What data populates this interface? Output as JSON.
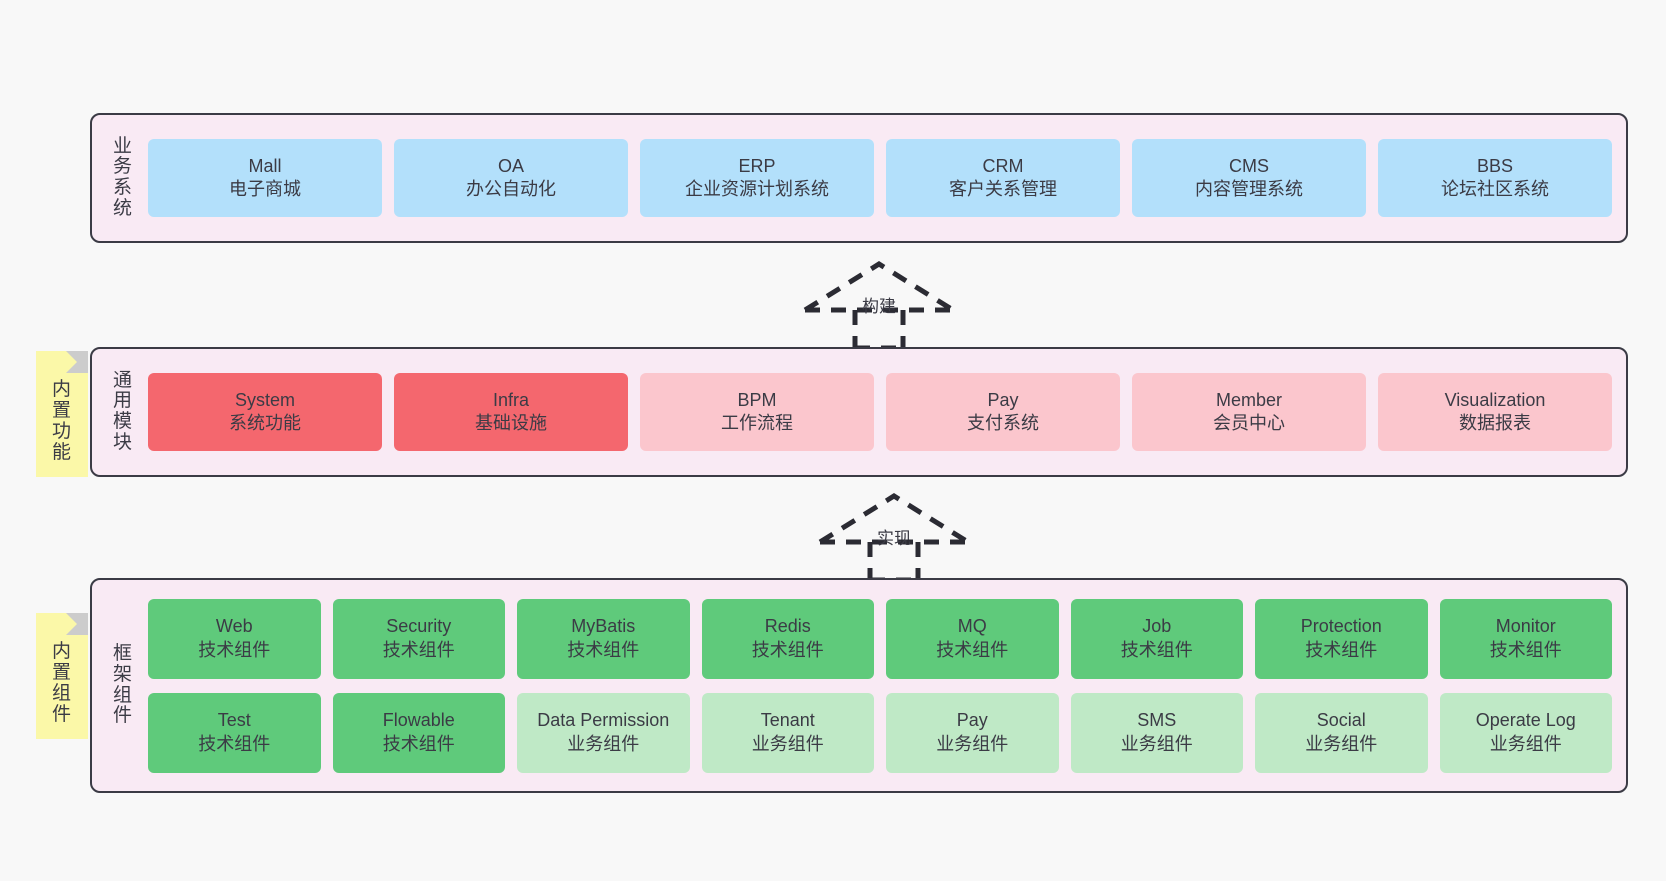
{
  "diagram": {
    "background_color": "#f8f8f8",
    "layer_fill": "#f9eaf4",
    "layer_border": "#3b3b45",
    "note_color": "#fbf8a8"
  },
  "notes": [
    {
      "id": "builtin-function",
      "text": "内置功能"
    },
    {
      "id": "builtin-component",
      "text": "内置组件"
    }
  ],
  "connectors": [
    {
      "id": "build",
      "label": "构建"
    },
    {
      "id": "implement",
      "label": "实现"
    }
  ],
  "layers": [
    {
      "id": "business-system",
      "label": "业务系统",
      "color": "#b3e0fb",
      "rows": [
        [
          {
            "en": "Mall",
            "cn": "电子商城",
            "color": "blue"
          },
          {
            "en": "OA",
            "cn": "办公自动化",
            "color": "blue"
          },
          {
            "en": "ERP",
            "cn": "企业资源计划系统",
            "color": "blue"
          },
          {
            "en": "CRM",
            "cn": "客户关系管理",
            "color": "blue"
          },
          {
            "en": "CMS",
            "cn": "内容管理系统",
            "color": "blue"
          },
          {
            "en": "BBS",
            "cn": "论坛社区系统",
            "color": "blue"
          }
        ]
      ]
    },
    {
      "id": "common-module",
      "label": "通用模块",
      "color": "#f4676e",
      "rows": [
        [
          {
            "en": "System",
            "cn": "系统功能",
            "color": "red"
          },
          {
            "en": "Infra",
            "cn": "基础设施",
            "color": "red"
          },
          {
            "en": "BPM",
            "cn": "工作流程",
            "color": "pink"
          },
          {
            "en": "Pay",
            "cn": "支付系统",
            "color": "pink"
          },
          {
            "en": "Member",
            "cn": "会员中心",
            "color": "pink"
          },
          {
            "en": "Visualization",
            "cn": "数据报表",
            "color": "pink"
          }
        ]
      ]
    },
    {
      "id": "framework-component",
      "label": "框架组件",
      "color": "#5fca7b",
      "rows": [
        [
          {
            "en": "Web",
            "cn": "技术组件",
            "color": "green"
          },
          {
            "en": "Security",
            "cn": "技术组件",
            "color": "green"
          },
          {
            "en": "MyBatis",
            "cn": "技术组件",
            "color": "green"
          },
          {
            "en": "Redis",
            "cn": "技术组件",
            "color": "green"
          },
          {
            "en": "MQ",
            "cn": "技术组件",
            "color": "green"
          },
          {
            "en": "Job",
            "cn": "技术组件",
            "color": "green"
          },
          {
            "en": "Protection",
            "cn": "技术组件",
            "color": "green"
          },
          {
            "en": "Monitor",
            "cn": "技术组件",
            "color": "green"
          }
        ],
        [
          {
            "en": "Test",
            "cn": "技术组件",
            "color": "green"
          },
          {
            "en": "Flowable",
            "cn": "技术组件",
            "color": "green"
          },
          {
            "en": "Data Permission",
            "cn": "业务组件",
            "color": "lightgreen"
          },
          {
            "en": "Tenant",
            "cn": "业务组件",
            "color": "lightgreen"
          },
          {
            "en": "Pay",
            "cn": "业务组件",
            "color": "lightgreen"
          },
          {
            "en": "SMS",
            "cn": "业务组件",
            "color": "lightgreen"
          },
          {
            "en": "Social",
            "cn": "业务组件",
            "color": "lightgreen"
          },
          {
            "en": "Operate Log",
            "cn": "业务组件",
            "color": "lightgreen"
          }
        ]
      ]
    }
  ]
}
